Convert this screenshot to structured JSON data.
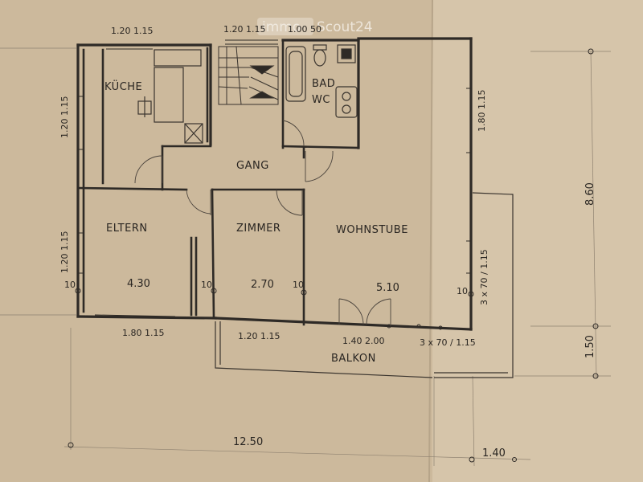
{
  "watermark": {
    "prefix": "immo",
    "suffix": "Scout24"
  },
  "rooms": {
    "kueche": "KÜCHE",
    "bad": "BAD",
    "wc": "WC",
    "gang": "GANG",
    "eltern": "ELTERN",
    "zimmer": "ZIMMER",
    "wohnstube": "WOHNSTUBE",
    "balkon": "BALKON"
  },
  "dimensions": {
    "top_window_kueche": "1.20 1.15",
    "top_window_stair": "1.20 1.15",
    "top_window_bad": "1.00 50",
    "left_window_kueche": "1.20 1.15",
    "left_window_eltern": "1.20 1.15",
    "right_window_bad": "1.80 1.15",
    "mark_10_a": "10",
    "mark_10_b": "10",
    "mark_10_c": "10",
    "mark_10_d": "10",
    "width_eltern": "4.30",
    "width_zimmer": "2.70",
    "width_wohnstube": "5.10",
    "window_eltern": "1.80 1.15",
    "window_zimmer": "1.20 1.15",
    "door_balkon": "1.40 2.00",
    "window_right_bottom": "3 x 70 / 1.15",
    "window_right_vertical": "3 x 70 / 1.15",
    "total_width": "12.50",
    "depth_main": "8.60",
    "depth_balkon": "1.50",
    "width_balkon_side": "1.40"
  }
}
